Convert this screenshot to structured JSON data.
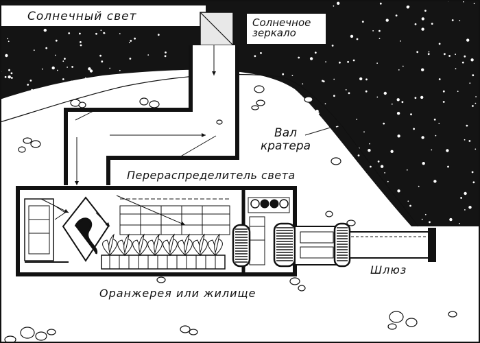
{
  "labels": {
    "sunlight": "Солнечный свет",
    "mirror_line1": "Солнечное",
    "mirror_line2": "зеркало",
    "crater_wall_line1": "Вал",
    "crater_wall_line2": "кратера",
    "redistributor": "Перераспределитель света",
    "greenhouse": "Оранжерея или жилище",
    "airlock": "Шлюз"
  },
  "colors": {
    "ink": "#111111",
    "space": "#141414",
    "paper": "#ffffff",
    "glow": "#e8e8e8"
  },
  "icons": [
    "star-icon",
    "rock-icon",
    "plant-icon",
    "arrow-icon"
  ]
}
